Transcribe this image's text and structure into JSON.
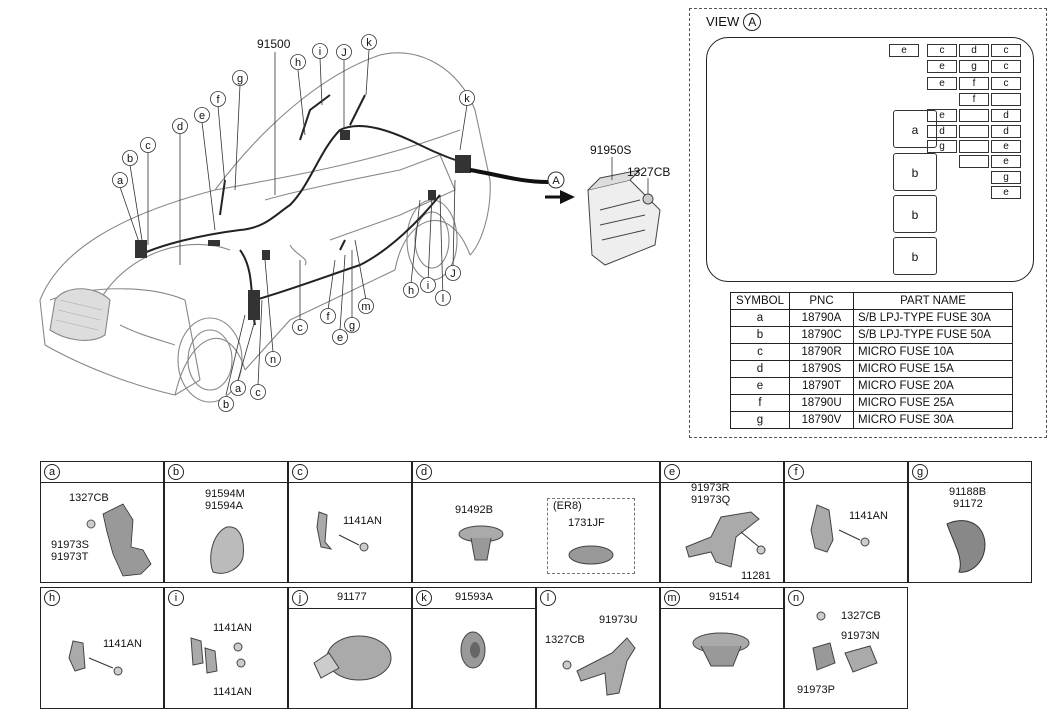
{
  "main_diagram": {
    "pnc_main": "91500",
    "pnc_box": "91950S",
    "pnc_bolt": "1327CB",
    "view_arrow": "A",
    "callouts": [
      "a",
      "b",
      "c",
      "d",
      "e",
      "f",
      "g",
      "h",
      "i",
      "J",
      "k",
      "a",
      "b",
      "c",
      "n",
      "c",
      "f",
      "e",
      "g",
      "m",
      "h",
      "i",
      "l",
      "J"
    ]
  },
  "view": {
    "title": "VIEW",
    "marker": "A",
    "small_fuses": [
      "e",
      "c",
      "d",
      "c",
      "e",
      "g",
      "c",
      "e",
      "f",
      "c",
      "f",
      "e",
      "d",
      "d",
      "d",
      "g",
      "e",
      "e",
      "g",
      "e"
    ],
    "big_fuses": [
      "a",
      "b",
      "b",
      "b"
    ]
  },
  "symbol_table": {
    "headers": [
      "SYMBOL",
      "PNC",
      "PART NAME"
    ],
    "rows": [
      {
        "symbol": "a",
        "pnc": "18790A",
        "name": "S/B LPJ-TYPE FUSE 30A"
      },
      {
        "symbol": "b",
        "pnc": "18790C",
        "name": "S/B LPJ-TYPE FUSE 50A"
      },
      {
        "symbol": "c",
        "pnc": "18790R",
        "name": "MICRO FUSE 10A"
      },
      {
        "symbol": "d",
        "pnc": "18790S",
        "name": "MICRO FUSE 15A"
      },
      {
        "symbol": "e",
        "pnc": "18790T",
        "name": "MICRO FUSE 20A"
      },
      {
        "symbol": "f",
        "pnc": "18790U",
        "name": "MICRO FUSE 25A"
      },
      {
        "symbol": "g",
        "pnc": "18790V",
        "name": "MICRO FUSE 30A"
      }
    ]
  },
  "parts": {
    "a": {
      "key": "a",
      "labels": [
        "1327CB",
        "91973S",
        "91973T"
      ]
    },
    "b": {
      "key": "b",
      "labels": [
        "91594M",
        "91594A"
      ]
    },
    "c": {
      "key": "c",
      "labels": [
        "1141AN"
      ]
    },
    "d": {
      "key": "d",
      "labels": [
        "91492B",
        "(ER8)",
        "1731JF"
      ]
    },
    "e": {
      "key": "e",
      "labels": [
        "91973R",
        "91973Q",
        "11281"
      ]
    },
    "f": {
      "key": "f",
      "labels": [
        "1141AN"
      ]
    },
    "g": {
      "key": "g",
      "labels": [
        "91188B",
        "91172"
      ]
    },
    "h": {
      "key": "h",
      "labels": [
        "1141AN"
      ]
    },
    "i": {
      "key": "i",
      "labels": [
        "1141AN",
        "1141AN"
      ]
    },
    "j": {
      "key": "j",
      "title": "91177"
    },
    "k": {
      "key": "k",
      "title": "91593A"
    },
    "l": {
      "key": "l",
      "labels": [
        "91973U",
        "1327CB"
      ]
    },
    "m": {
      "key": "m",
      "title": "91514"
    },
    "n": {
      "key": "n",
      "labels": [
        "1327CB",
        "91973N",
        "91973P"
      ]
    }
  }
}
